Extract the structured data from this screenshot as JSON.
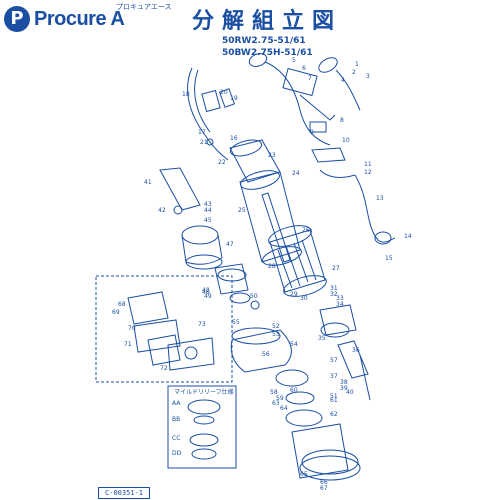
{
  "header": {
    "logo_text": "Procure A",
    "logo_letter": "P",
    "logo_subtext": "プロキュアエース",
    "title": "分解組立図",
    "models": [
      "50RW2.75-51/61",
      "50BW2.75H-51/61"
    ]
  },
  "doc_number": "C-00351-1",
  "inset": {
    "title": "マイルドリリーフ仕様",
    "labels": [
      "AA",
      "BB",
      "CC",
      "DD"
    ]
  },
  "part_numbers": [
    "1",
    "2",
    "3",
    "4",
    "5",
    "6",
    "7",
    "8",
    "9",
    "10",
    "11",
    "12",
    "13",
    "14",
    "15",
    "16",
    "17",
    "18",
    "19",
    "20",
    "21",
    "22",
    "23",
    "24",
    "25",
    "26",
    "27",
    "28",
    "29",
    "30",
    "31",
    "32",
    "33",
    "34",
    "35",
    "36",
    "37",
    "38",
    "39",
    "40",
    "41",
    "42",
    "43",
    "44",
    "45",
    "46",
    "47",
    "48",
    "49",
    "50",
    "51",
    "52",
    "53",
    "54",
    "55",
    "56",
    "57",
    "58",
    "59",
    "60",
    "61",
    "62",
    "63",
    "64",
    "65",
    "66",
    "67",
    "68",
    "69",
    "70",
    "71",
    "72",
    "73"
  ],
  "colors": {
    "ink": "#1a4fa3",
    "paper": "#ffffff"
  }
}
